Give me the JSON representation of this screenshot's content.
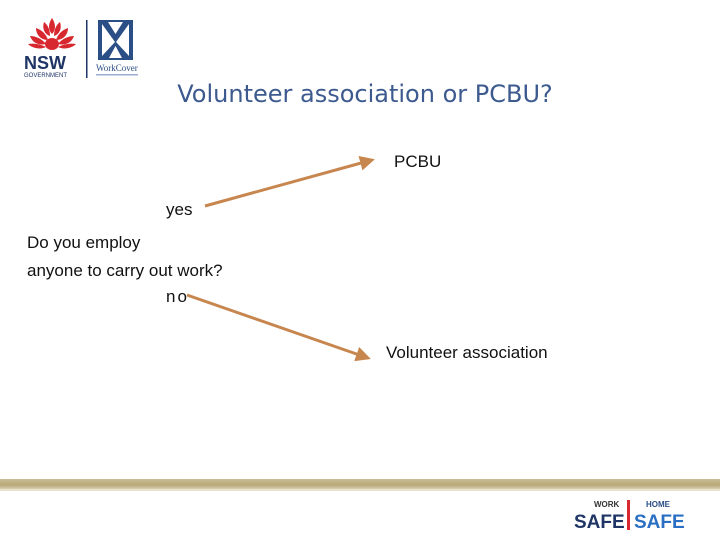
{
  "title": "Volunteer association or PCBU?",
  "logos": {
    "nsw_text": "NSW",
    "nsw_sub": "GOVERNMENT",
    "workcover_text": "WorkCover",
    "work_label": "WORK",
    "home_label": "HOME",
    "safe_label_1": "SAFE",
    "safe_label_2": "SAFE"
  },
  "diagram": {
    "question": [
      "Do you employ",
      "anyone to carry out work?"
    ],
    "yes_label": "yes",
    "no_label": "no",
    "outcome_yes": "PCBU",
    "outcome_no": "Volunteer association"
  },
  "colors": {
    "arrow": "#c8864f",
    "title": "#3d5a8f",
    "nsw_red": "#d7282f",
    "navy": "#1f3566"
  }
}
